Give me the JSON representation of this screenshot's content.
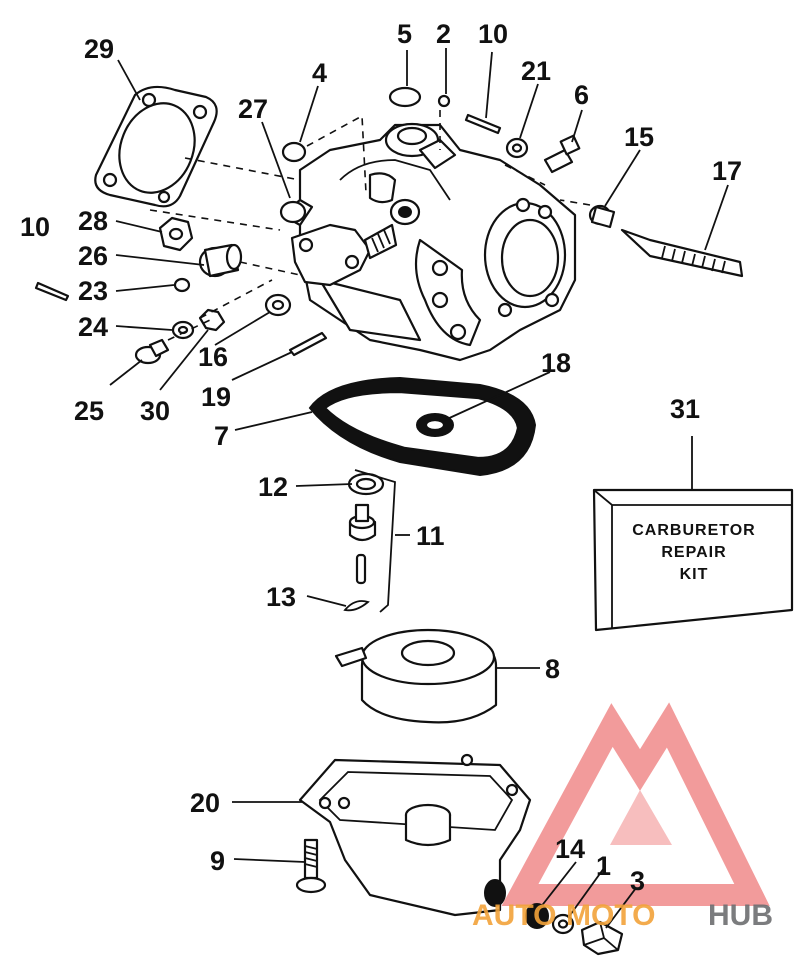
{
  "labels": {
    "l1": "1",
    "l2": "2",
    "l3": "3",
    "l4": "4",
    "l5": "5",
    "l6": "6",
    "l7": "7",
    "l8": "8",
    "l9": "9",
    "l10a": "10",
    "l10b": "10",
    "l11": "11",
    "l12": "12",
    "l13": "13",
    "l14": "14",
    "l15": "15",
    "l16": "16",
    "l17": "17",
    "l18": "18",
    "l19": "19",
    "l20": "20",
    "l21": "21",
    "l23": "23",
    "l24": "24",
    "l25": "25",
    "l26": "26",
    "l27": "27",
    "l28": "28",
    "l29": "29",
    "l30": "30",
    "l31": "31"
  },
  "kit_box": {
    "line1": "CARBURETOR",
    "line2": "REPAIR",
    "line3": "KIT"
  },
  "watermark": {
    "part1": "AUTO",
    "part2": "MOTO",
    "part3": "HUB",
    "color_red": "#e83b3b",
    "color_orange": "#f2a33a",
    "color_gray": "#6d6e71"
  }
}
